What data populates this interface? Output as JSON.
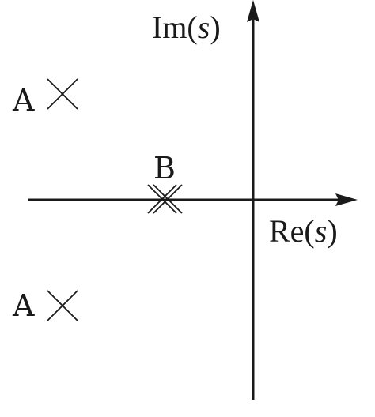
{
  "axes": {
    "real_label_prefix": "Re(",
    "real_label_var": "s",
    "real_label_suffix": ")",
    "imag_label_prefix": "Im(",
    "imag_label_var": "s",
    "imag_label_suffix": ")"
  },
  "poles": [
    {
      "label": "A",
      "location": "upper-left",
      "multiplicity": 1
    },
    {
      "label": "B",
      "location": "negative-real-axis",
      "multiplicity": 2
    },
    {
      "label": "A",
      "location": "lower-left",
      "multiplicity": 1
    }
  ],
  "colors": {
    "ink": "#1a1a1a",
    "background": "#ffffff"
  }
}
